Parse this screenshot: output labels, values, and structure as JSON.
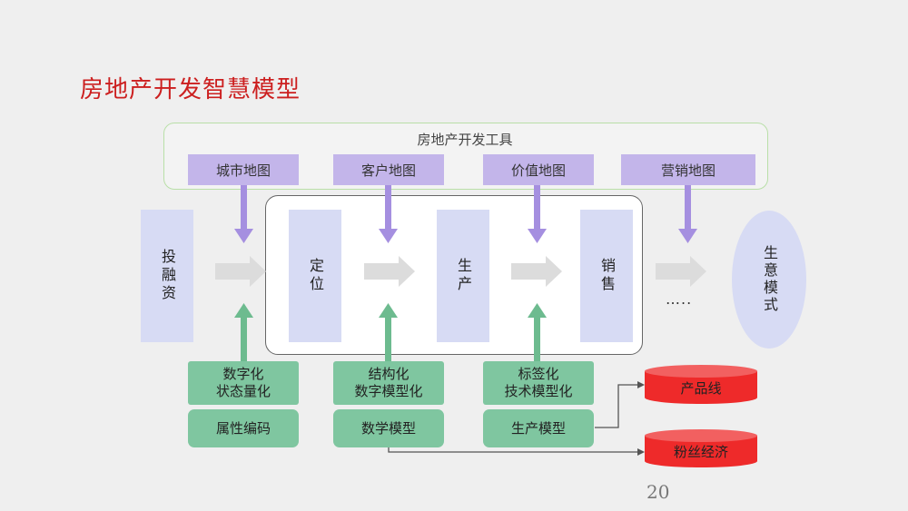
{
  "title": "房地产开发智慧模型",
  "tools": {
    "title": "房地产开发工具",
    "maps": [
      "城市地图",
      "客户地图",
      "价值地图",
      "营销地图"
    ]
  },
  "stages": {
    "invest": "投融资",
    "positioning": "定位",
    "production": "生产",
    "sales": "销售",
    "ellipsis": "…..",
    "ecology": "生意模式"
  },
  "capabilities": {
    "col1": {
      "line1": "数字化",
      "line2": "状态量化",
      "base": "属性编码"
    },
    "col2": {
      "line1": "结构化",
      "line2": "数字模型化",
      "base": "数学模型"
    },
    "col3": {
      "line1": "标签化",
      "line2": "技术模型化",
      "base": "生产模型"
    }
  },
  "outputs": [
    "产品线",
    "粉丝经济"
  ],
  "page_number": "20",
  "colors": {
    "title": "#cc1f1f",
    "map_box": "#c3b5ea",
    "stage_box": "#d7dbf4",
    "capability_box": "#7fc6a0",
    "output_cylinder": "#ee2a2a",
    "tools_frame": "#b9dfa8"
  }
}
